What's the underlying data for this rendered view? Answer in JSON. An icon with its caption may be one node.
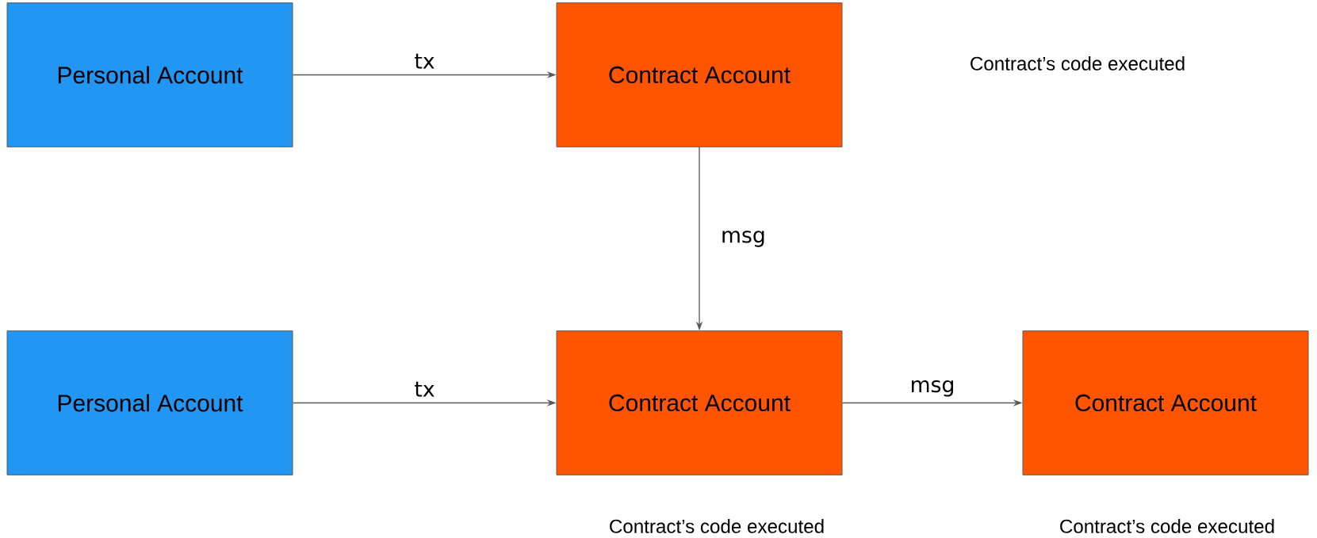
{
  "diagram": {
    "nodes": [
      {
        "text": [
          "Personal Account"
        ]
      },
      {
        "text": [
          "Contract Account"
        ]
      },
      {
        "text": [
          "Personal Account"
        ]
      },
      {
        "text": [
          "Contract Account"
        ],
        "beside": [
          "Contract’s code executed"
        ]
      },
      {
        "text": [
          "Contract Account"
        ],
        "beside": [
          "Contract’s code executed"
        ]
      }
    ],
    "edges": [
      {
        "from": 0,
        "to": 1,
        "arrow": "to",
        "label": "tx"
      },
      {
        "from": 1,
        "to": 3,
        "arrow": "to",
        "label": "msg"
      },
      {
        "from": 2,
        "to": 3,
        "arrow": "to",
        "label": "tx"
      },
      {
        "from": 3,
        "to": 4,
        "arrow": "to",
        "label": "msg"
      }
    ],
    "labels": [
      "Contract’s code executed"
    ]
  }
}
